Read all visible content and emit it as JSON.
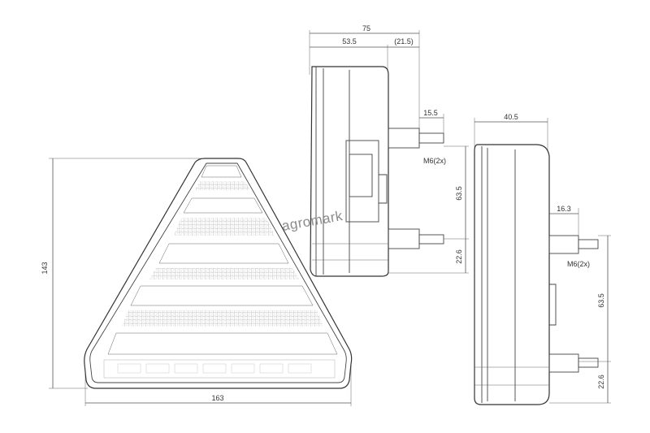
{
  "watermark": "agromark",
  "front_view": {
    "height_label": "143",
    "width_label": "163"
  },
  "side_view_1": {
    "total_depth_label": "75",
    "depth_a_label": "53.5",
    "depth_b_label": "(21.5)",
    "stud_length_label": "15.5",
    "thread_label": "M6(2x)",
    "stud_spacing_label": "63.5",
    "stud_offset_label": "22.6"
  },
  "side_view_2": {
    "depth_label": "40.5",
    "stud_length_label": "16.3",
    "thread_label": "M6(2x)",
    "stud_spacing_label": "63.5",
    "stud_offset_label": "22.6"
  }
}
